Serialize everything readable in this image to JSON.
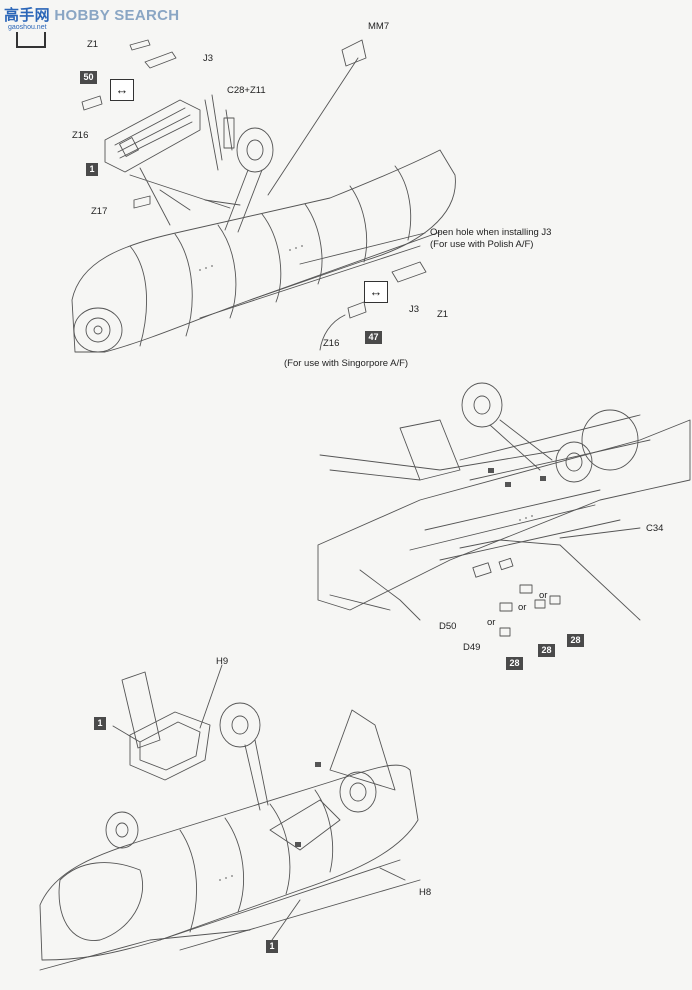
{
  "watermark": {
    "logo_text": "高手网",
    "brand_text": "HOBBY SEARCH",
    "site_text": "gaoshou.net"
  },
  "labels": {
    "mm7": "MM7",
    "z1_top": "Z1",
    "j3_top": "J3",
    "c28_z11": "C28+Z11",
    "z16_top": "Z16",
    "z17": "Z17",
    "j3_right": "J3",
    "z1_right": "Z1",
    "z16_bottom": "Z16",
    "c34": "C34",
    "d50": "D50",
    "d49": "D49",
    "h9": "H9",
    "h8": "H8",
    "or1": "or",
    "or2": "or",
    "or3": "or"
  },
  "notes": {
    "polish_line1": "Open hole when installing J3",
    "polish_line2": "(For use with Polish A/F)",
    "singapore": "(For use with Singorpore A/F)"
  },
  "badges": {
    "b50": "50",
    "b1_top": "1",
    "b47": "47",
    "b28_a": "28",
    "b28_b": "28",
    "b28_c": "28",
    "b1_mid": "1",
    "b1_bottom": "1"
  },
  "icons": {
    "flip_top": "flip-arrows-icon",
    "flip_right": "flip-arrows-icon",
    "flip_glyph": "↔"
  }
}
